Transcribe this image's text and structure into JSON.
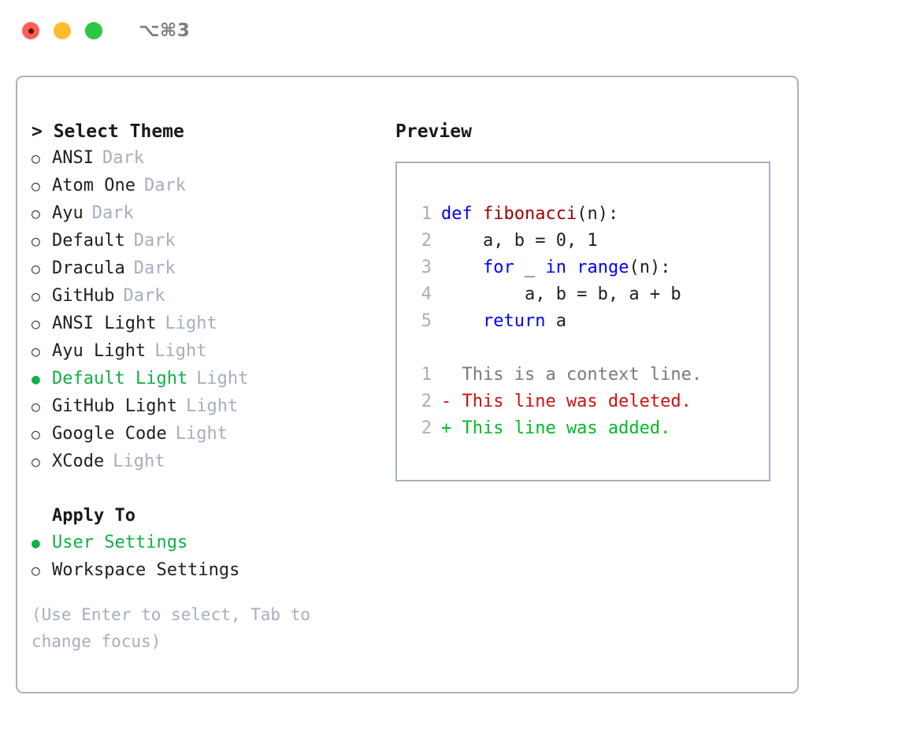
{
  "window": {
    "title_shortcut": "⌥⌘3",
    "traffic_lights": [
      "close",
      "minimize",
      "zoom"
    ]
  },
  "theme_list": {
    "header": "> Select Theme",
    "items": [
      {
        "marker": "○",
        "name": "ANSI",
        "tag": "Dark",
        "selected": false
      },
      {
        "marker": "○",
        "name": "Atom One",
        "tag": "Dark",
        "selected": false
      },
      {
        "marker": "○",
        "name": "Ayu",
        "tag": "Dark",
        "selected": false
      },
      {
        "marker": "○",
        "name": "Default",
        "tag": "Dark",
        "selected": false
      },
      {
        "marker": "○",
        "name": "Dracula",
        "tag": "Dark",
        "selected": false
      },
      {
        "marker": "○",
        "name": "GitHub",
        "tag": "Dark",
        "selected": false
      },
      {
        "marker": "○",
        "name": "ANSI Light",
        "tag": "Light",
        "selected": false
      },
      {
        "marker": "○",
        "name": "Ayu Light",
        "tag": "Light",
        "selected": false
      },
      {
        "marker": "●",
        "name": "Default Light",
        "tag": "Light",
        "selected": true
      },
      {
        "marker": "○",
        "name": "GitHub Light",
        "tag": "Light",
        "selected": false
      },
      {
        "marker": "○",
        "name": "Google Code",
        "tag": "Light",
        "selected": false
      },
      {
        "marker": "○",
        "name": "XCode",
        "tag": "Light",
        "selected": false
      }
    ]
  },
  "apply_to": {
    "header": "Apply To",
    "items": [
      {
        "marker": "●",
        "name": "User Settings",
        "selected": true
      },
      {
        "marker": "○",
        "name": "Workspace Settings",
        "selected": false
      }
    ]
  },
  "hint": "(Use Enter to select, Tab to change focus)",
  "preview": {
    "title": "Preview",
    "code_lines": [
      {
        "number": "1",
        "tokens": [
          {
            "text": "def ",
            "kind": "kw"
          },
          {
            "text": "fibonacci",
            "kind": "fn"
          },
          {
            "text": "(n):",
            "kind": "plain"
          }
        ]
      },
      {
        "number": "2",
        "tokens": [
          {
            "text": "    a, b = 0, 1",
            "kind": "plain"
          }
        ]
      },
      {
        "number": "3",
        "tokens": [
          {
            "text": "    ",
            "kind": "plain"
          },
          {
            "text": "for",
            "kind": "kw"
          },
          {
            "text": " _ ",
            "kind": "plain"
          },
          {
            "text": "in",
            "kind": "kw"
          },
          {
            "text": " ",
            "kind": "plain"
          },
          {
            "text": "range",
            "kind": "kw"
          },
          {
            "text": "(n):",
            "kind": "plain"
          }
        ]
      },
      {
        "number": "4",
        "tokens": [
          {
            "text": "        a, b = b, a + b",
            "kind": "plain"
          }
        ]
      },
      {
        "number": "5",
        "tokens": [
          {
            "text": "    ",
            "kind": "plain"
          },
          {
            "text": "return",
            "kind": "kw"
          },
          {
            "text": " a",
            "kind": "plain"
          }
        ]
      }
    ],
    "diff_lines": [
      {
        "number": "1",
        "text": "  This is a context line.",
        "kind": "context"
      },
      {
        "number": "2",
        "text": "- This line was deleted.",
        "kind": "del"
      },
      {
        "number": "2",
        "text": "+ This line was added.",
        "kind": "add"
      }
    ]
  },
  "colors": {
    "border": "#a8b1c1",
    "muted": "#a5aec0",
    "accent_green": "#10b045",
    "keyword_blue": "#0000ff",
    "function_red": "#a00000",
    "diff_add": "#00bb22",
    "diff_del": "#cc1111",
    "diff_context": "#7a7a7a"
  }
}
